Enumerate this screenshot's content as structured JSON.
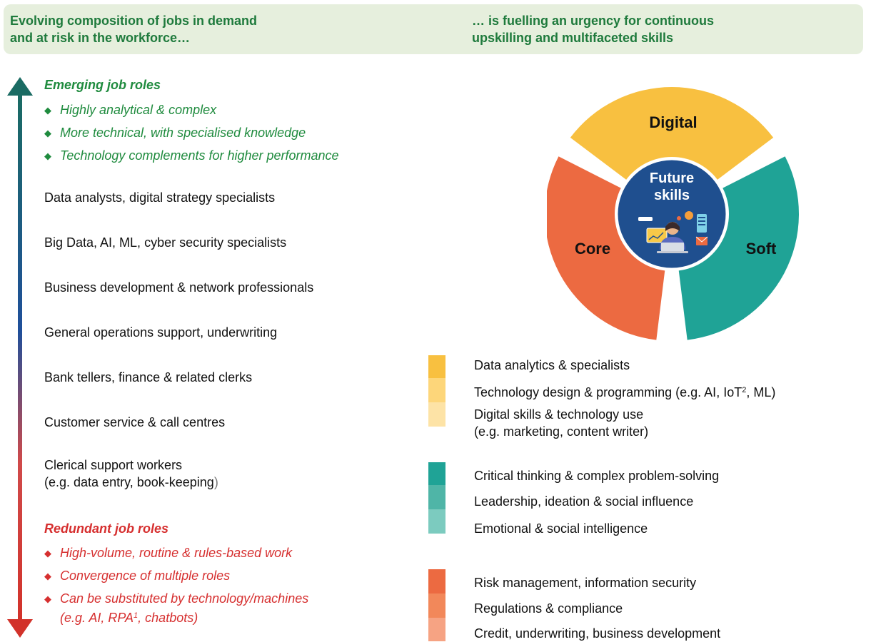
{
  "header": {
    "left_title_line1": "Evolving composition of jobs in demand",
    "left_title_line2": "and at risk in the workforce…",
    "right_title_line1": "… is fuelling an urgency for continuous",
    "right_title_line2": "upskilling and multifaceted skills"
  },
  "emerging": {
    "heading": "Emerging job roles",
    "bullets": [
      "Highly analytical & complex",
      "More technical, with specialised knowledge",
      "Technology complements for higher performance"
    ]
  },
  "job_roles": [
    "Data analysts, digital strategy specialists",
    "Big Data, AI, ML, cyber security specialists",
    "Business development & network professionals",
    "General operations support, underwriting",
    "Bank tellers, finance & related clerks",
    "Customer service & call centres",
    "Clerical support workers"
  ],
  "clerical_example": "(e.g. data entry, book-keeping",
  "clerical_example_close": ")",
  "redundant": {
    "heading": "Redundant job roles",
    "bullets": [
      "High-volume, routine & rules-based work",
      "Convergence of multiple roles",
      "Can be substituted by technology/machines"
    ],
    "bullet3_cont_pre": "(e.g. AI, RPA",
    "bullet3_sup": "1",
    "bullet3_cont_post": ", chatbots)"
  },
  "wheel": {
    "center_line1": "Future",
    "center_line2": "skills",
    "segments": {
      "digital": "Digital",
      "soft": "Soft",
      "core": "Core"
    }
  },
  "skills": {
    "digital": {
      "item1": "Data analytics & specialists",
      "item2_pre": "Technology design & programming (e.g. AI, IoT",
      "item2_sup": "2",
      "item2_post": ", ML)",
      "item3_line1": "Digital skills & technology use",
      "item3_line2": "(e.g. marketing, content writer)"
    },
    "soft": [
      "Critical thinking & complex problem-solving",
      "Leadership, ideation & social influence",
      "Emotional & social intelligence"
    ],
    "core": [
      "Risk management, information security",
      "Regulations & compliance",
      "Credit, underwriting, business development"
    ]
  },
  "colors": {
    "header_green": "#1e7a3c",
    "banner_bg": "#e6efdd",
    "emerging_green": "#1f8b3e",
    "redundant_red": "#d62f2f",
    "digital": "#f8c040",
    "soft": "#1fa396",
    "core": "#ec6a41",
    "center": "#1f4f8f"
  }
}
